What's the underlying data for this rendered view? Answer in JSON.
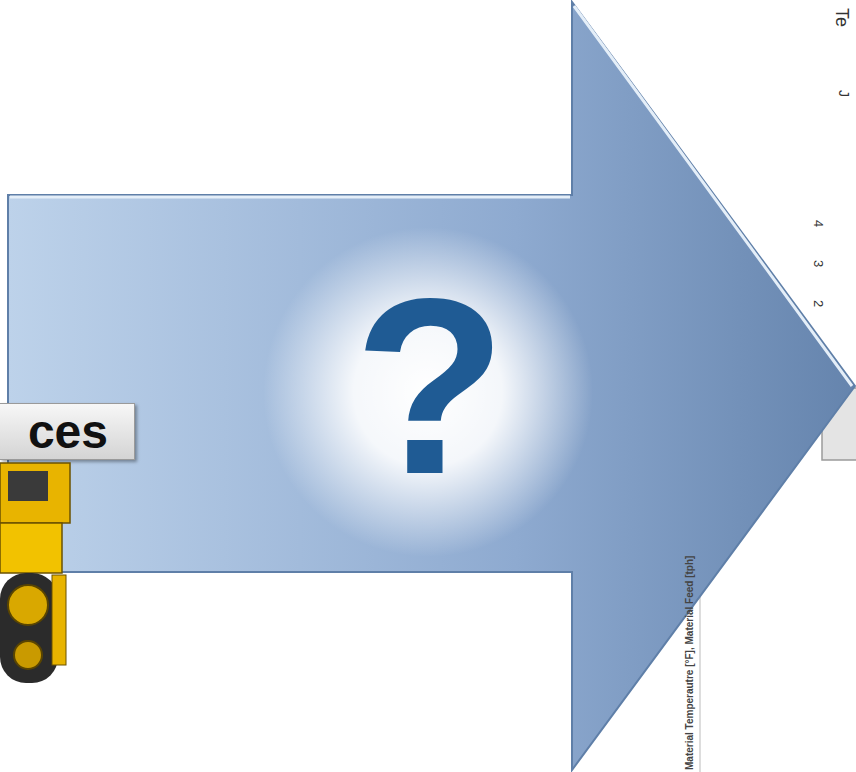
{
  "diagram": {
    "nodes": [
      {
        "text": [
          "?"
        ]
      },
      {
        "text": [
          "ces"
        ]
      }
    ],
    "labels": [
      "Te",
      "J",
      "4",
      "3",
      "2",
      "Material Temperautre [°F], Material Feed [tph]"
    ]
  }
}
